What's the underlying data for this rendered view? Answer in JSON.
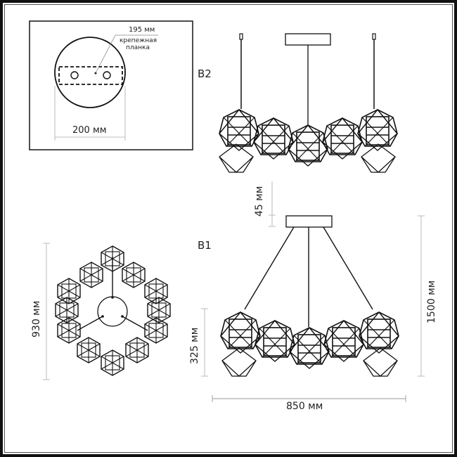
{
  "inset_mounting_plate": {
    "plate_width_label": "195 мм",
    "plate_caption_line1": "крепежная",
    "plate_caption_line2": "планка",
    "canopy_diameter_label": "200 мм"
  },
  "variant_b2": {
    "label": "B2",
    "canopy_gap_label": "45 мм"
  },
  "variant_b1": {
    "label": "B1",
    "height_label": "325 мм",
    "total_drop_label": "1500 мм",
    "width_label": "850 мм"
  },
  "top_view": {
    "diameter_label": "930 мм"
  },
  "colors": {
    "line": "#111111",
    "dimension": "#888888",
    "text": "#222222",
    "frame": "#111111"
  }
}
